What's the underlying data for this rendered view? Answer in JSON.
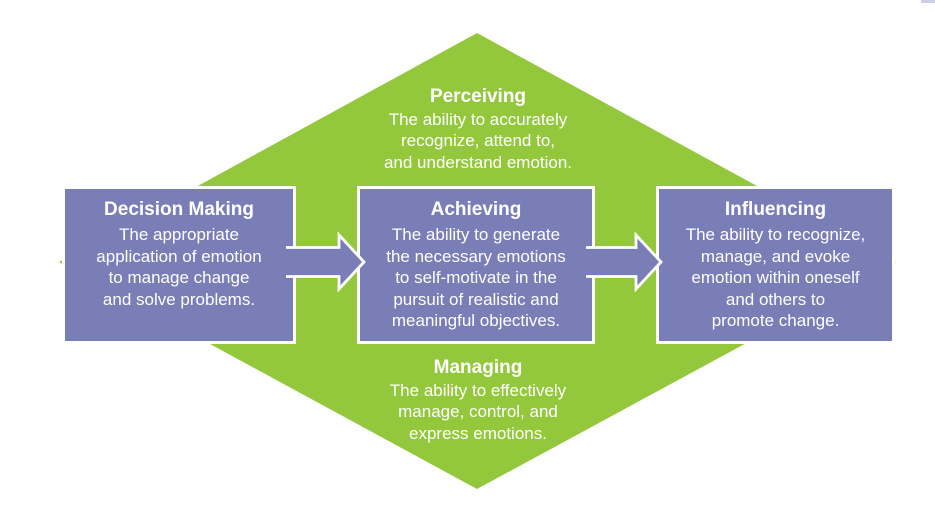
{
  "diagram": {
    "background_color": "#ffffff",
    "diamond_color": "#94C83C",
    "box_color": "#7A7EB6",
    "text_color": "#ffffff",
    "top_section": {
      "title": "Perceiving",
      "description": "The ability to accurately\nrecognize, attend to,\nand understand emotion."
    },
    "bottom_section": {
      "title": "Managing",
      "description": "The ability to effectively\nmanage, control, and\nexpress emotions."
    },
    "boxes": [
      {
        "title": "Decision Making",
        "description": "The appropriate\napplication of emotion\nto manage change\nand solve problems."
      },
      {
        "title": "Achieving",
        "description": "The ability to generate\nthe necessary emotions\nto self-motivate in the\npursuit of realistic and\nmeaningful objectives."
      },
      {
        "title": "Influencing",
        "description": "The ability to recognize,\nmanage, and evoke\nemotion within oneself\nand others to\npromote change."
      }
    ],
    "arrows": [
      {
        "icon": "right-arrow"
      },
      {
        "icon": "right-arrow"
      }
    ]
  }
}
